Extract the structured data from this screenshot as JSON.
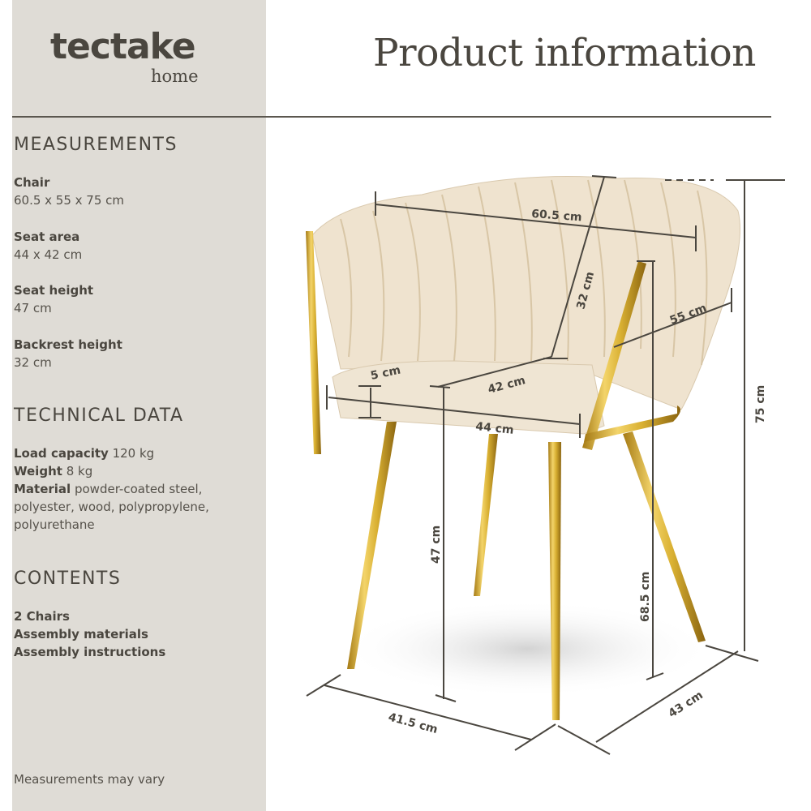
{
  "brand": {
    "name": "tectake",
    "sub": "home"
  },
  "header": {
    "title": "Product information"
  },
  "measurements": {
    "heading": "MEASUREMENTS",
    "items": [
      {
        "label": "Chair",
        "value": "60.5 x 55 x 75 cm"
      },
      {
        "label": "Seat area",
        "value": "44 x 42 cm"
      },
      {
        "label": "Seat height",
        "value": "47 cm"
      },
      {
        "label": "Backrest height",
        "value": "32 cm"
      }
    ]
  },
  "technical": {
    "heading": "TECHNICAL DATA",
    "load_label": "Load capacity",
    "load_value": "120 kg",
    "weight_label": "Weight",
    "weight_value": "8 kg",
    "material_label": "Material",
    "material_value_1": "powder-coated steel,",
    "material_value_2": "polyester, wood, polypropylene,",
    "material_value_3": "polyurethane"
  },
  "contents": {
    "heading": "CONTENTS",
    "items": [
      "2 Chairs",
      "Assembly materials",
      "Assembly instructions"
    ]
  },
  "footer": {
    "note": "Measurements may vary"
  },
  "diagram": {
    "dims": {
      "width": "60.5 cm",
      "backrest": "32 cm",
      "depth": "55 cm",
      "seat_depth": "42 cm",
      "seat_thickness": "5 cm",
      "seat_width": "44 cm",
      "height": "75 cm",
      "seat_height": "47 cm",
      "arm_height": "68.5 cm",
      "base_width": "41.5 cm",
      "base_depth": "43 cm"
    },
    "colors": {
      "upholstery": "#efe3cf",
      "gold": "#d9b032",
      "line": "#4a463f"
    }
  }
}
